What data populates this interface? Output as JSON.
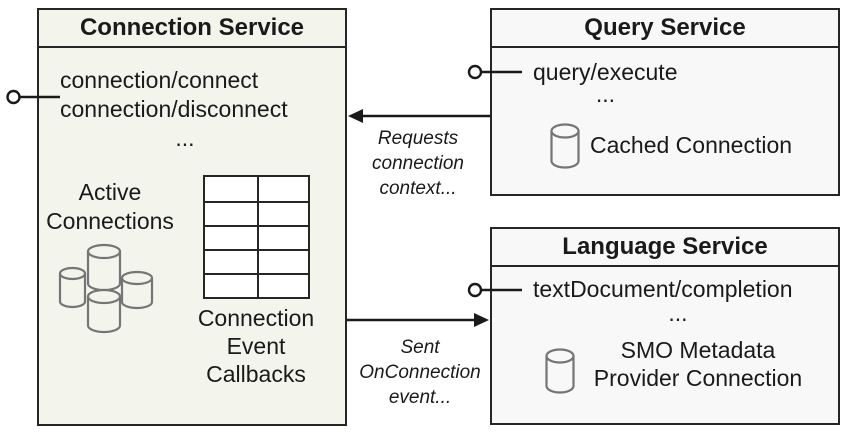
{
  "colors": {
    "page-bg": "#ffffff",
    "connection-fill": "#f3f5ec",
    "service-fill": "#f8f8f9",
    "box-border": "#262626",
    "line": "#1a1a1a",
    "cyl-stroke": "#757575",
    "text": "#1a1a1a"
  },
  "connection_service": {
    "title": "Connection Service",
    "methods": [
      "connection/connect",
      "connection/disconnect"
    ],
    "ellipsis": "...",
    "active_connections_label": "Active\nConnections",
    "callbacks_label": "Connection\nEvent\nCallbacks"
  },
  "query_service": {
    "title": "Query Service",
    "method": "query/execute",
    "ellipsis": "...",
    "cache_label": "Cached Connection"
  },
  "language_service": {
    "title": "Language Service",
    "method": "textDocument/completion",
    "ellipsis": "...",
    "smo_label": "SMO Metadata\nProvider Connection"
  },
  "arrows": {
    "requests_label": "Requests\nconnection\ncontext...",
    "sent_label": "Sent\nOnConnection\nevent..."
  }
}
